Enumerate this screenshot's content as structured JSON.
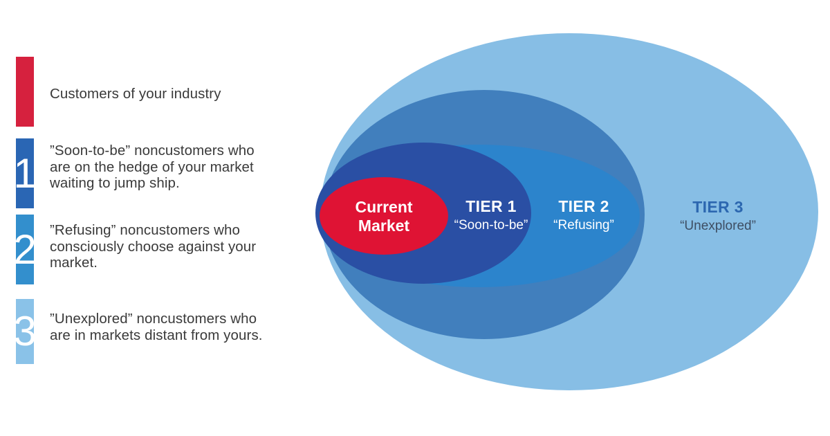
{
  "colors": {
    "background": "#FFFFFF",
    "legend_text": "#3A3A3A",
    "bar_red": "#D6213E",
    "bar_dark_blue": "#2A66B4",
    "bar_medium_blue": "#338FCD",
    "bar_light_blue": "#8AC2E8",
    "ellipse_tier3_light_blue": "#87BEE5",
    "ellipse_tier2_outer_medium_blue": "#417FBD",
    "ellipse_tier2_bright_blue": "#2C84CC",
    "ellipse_tier1_navy": "#2A4FA4",
    "ellipse_current_market_red": "#DF1334",
    "tier3_title_text": "#2C67B0",
    "tier3_subtitle_text": "#3E4E63",
    "tier_label_text": "#FFFFFF"
  },
  "legend": {
    "items": [
      {
        "number": "",
        "lines": [
          "Customers of your industry"
        ]
      },
      {
        "number": "1",
        "lines": [
          "”Soon-to-be” noncustomers who",
          "are on the hedge of your market",
          "waiting to jump ship."
        ]
      },
      {
        "number": "2",
        "lines": [
          "”Refusing” noncustomers who",
          "consciously choose against your",
          "market."
        ]
      },
      {
        "number": "3",
        "lines": [
          "”Unexplored” noncustomers who",
          "are in markets distant from yours."
        ]
      }
    ]
  },
  "diagram": {
    "current_market": {
      "line1": "Current",
      "line2": "Market"
    },
    "tiers": [
      {
        "title": "TIER 1",
        "subtitle": "“Soon-to-be”"
      },
      {
        "title": "TIER 2",
        "subtitle": "“Refusing”"
      },
      {
        "title": "TIER 3",
        "subtitle": "“Unexplored”"
      }
    ]
  }
}
